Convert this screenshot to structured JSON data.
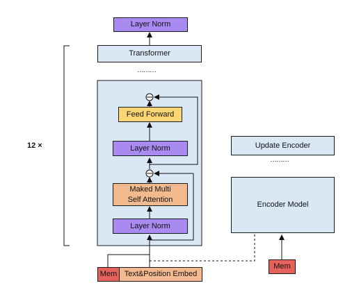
{
  "diagram": {
    "top_layer_norm": "Layer Norm",
    "transformer": "Transformer",
    "dots_top": "………",
    "feed_forward": "Feed Forward",
    "mid_layer_norm": "Layer Norm",
    "masked_attention_line1": "Maked Multi",
    "masked_attention_line2": "Self Attention",
    "bottom_layer_norm": "Layer Norm",
    "repeat_label": "12 ×",
    "mem_left": "Mem",
    "embed": "Text&Position Embed",
    "update_encoder": "Update Encoder",
    "dots_right": "………",
    "encoder_model": "Encoder Model",
    "mem_right": "Mem"
  }
}
